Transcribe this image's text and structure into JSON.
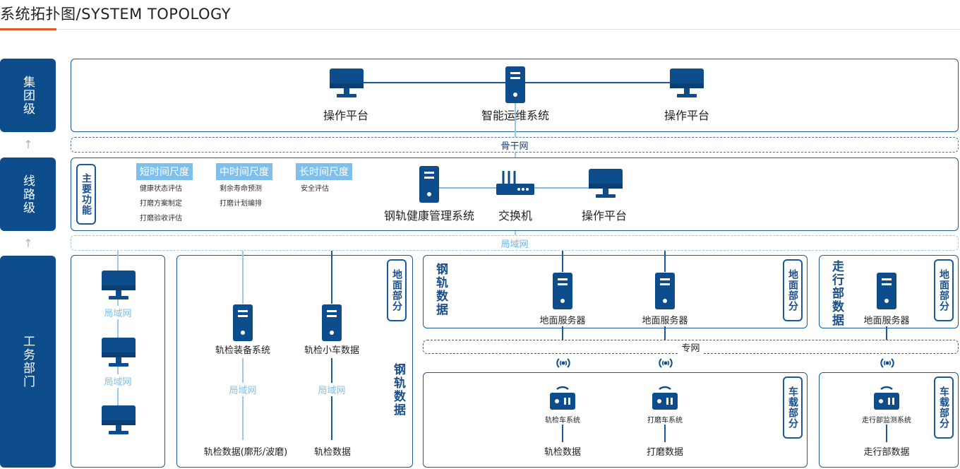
{
  "header": {
    "title": "系统拓扑图/SYSTEM TOPOLOGY"
  },
  "colors": {
    "primary": "#0d4d8c",
    "accent": "#e2582a",
    "light": "#7ec0ec"
  },
  "levels": {
    "group": "集团级",
    "line": "线路级",
    "dept": "工务部门"
  },
  "group_level": {
    "left_terminal": "操作平台",
    "center_server": "智能运维系统",
    "right_terminal": "操作平台"
  },
  "networks": {
    "backbone": "骨干网",
    "lan": "局域网",
    "dedicated": "专网"
  },
  "line_level": {
    "functions_tag": "主要功能",
    "functions": [
      {
        "title": "短时间尺度",
        "items": [
          "健康状态评估",
          "打磨方案制定",
          "打磨验收评估"
        ]
      },
      {
        "title": "中时间尺度",
        "items": [
          "剩余寿命预测",
          "打磨计划编排"
        ]
      },
      {
        "title": "长时间尺度",
        "items": [
          "安全评估"
        ]
      }
    ],
    "server": "钢轨健康管理系统",
    "switch": "交换机",
    "terminal": "操作平台"
  },
  "dept_level": {
    "left_lans": [
      "局域网",
      "局域网"
    ],
    "rail_data_box": {
      "tag": "地面部分",
      "title": "钢轨数据",
      "servers": [
        "轨检装备系统",
        "轨检小车数据"
      ],
      "lans": [
        "局域网",
        "局域网"
      ],
      "data": [
        "轨检数据(廓形/波磨)",
        "轨检数据"
      ]
    },
    "ground_rail": {
      "title": "钢轨数据",
      "tag": "地面部分",
      "servers": [
        "地面服务器",
        "地面服务器"
      ]
    },
    "ground_walk": {
      "title": "走行部数据",
      "tag": "地面部分",
      "server": "地面服务器"
    },
    "vehicle_rail": {
      "tag": "车载部分",
      "systems": [
        "轨检车系统",
        "打磨车系统"
      ],
      "data": [
        "轨检数据",
        "打磨数据"
      ]
    },
    "vehicle_walk": {
      "tag": "车载部分",
      "system": "走行部监测系统",
      "data": "走行部数据"
    }
  },
  "icons": [
    "monitor-icon",
    "server-icon",
    "switch-icon",
    "wireless-icon",
    "vehicle-unit-icon",
    "up-arrow-icon"
  ]
}
